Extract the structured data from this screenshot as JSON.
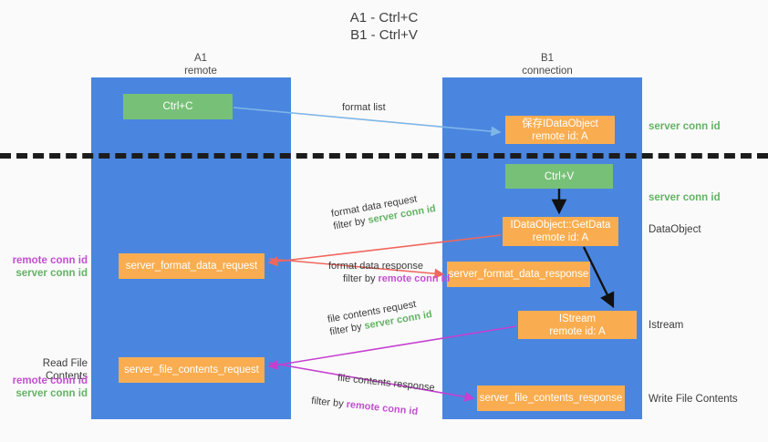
{
  "title": {
    "line1": "A1 - Ctrl+C",
    "line2": "B1 - Ctrl+V"
  },
  "columns": {
    "left": {
      "name": "A1",
      "role": "remote"
    },
    "right": {
      "name": "B1",
      "role": "connection"
    }
  },
  "nodes": {
    "ctrl_c": "Ctrl+C",
    "save_dataobject": "保存IDataObject\nremote id: A",
    "ctrl_v": "Ctrl+V",
    "getdata": "IDataObject::GetData\nremote id: A",
    "server_format_data_request": "server_format_data_request",
    "server_format_data_response": "server_format_data_response",
    "istream": "IStream\nremote id: A",
    "server_file_contents_request": "server_file_contents_request",
    "server_file_contents_response": "server_file_contents_response"
  },
  "edges": {
    "format_list": "format list",
    "format_data_request": "format data request",
    "format_data_response": "format data response",
    "file_contents_request": "file contents request",
    "file_contents_response": "file contents response",
    "filter_by": "filter by",
    "server_conn_id": "server conn id",
    "remote_conn_id": "remote conn id"
  },
  "annotations": {
    "right": {
      "conn_top": "server conn id",
      "conn_mid": "server conn id",
      "dataobject": "DataObject",
      "istream": "Istream",
      "write_file_contents": "Write File Contents"
    },
    "left": {
      "read_file_contents": "Read File Contents",
      "remote_conn_id": "remote conn id",
      "server_conn_id": "server conn id"
    }
  },
  "colors": {
    "lane": "#4a86df",
    "green_node": "#77c077",
    "orange_node": "#f9ad50",
    "server_conn_id": "#63b363",
    "remote_conn_id": "#c34fd0",
    "arrow_blue": "#7fb6e8",
    "arrow_red": "#f0675e",
    "arrow_magenta": "#c63fd0",
    "arrow_black": "#111111",
    "background": "#fafafa"
  }
}
